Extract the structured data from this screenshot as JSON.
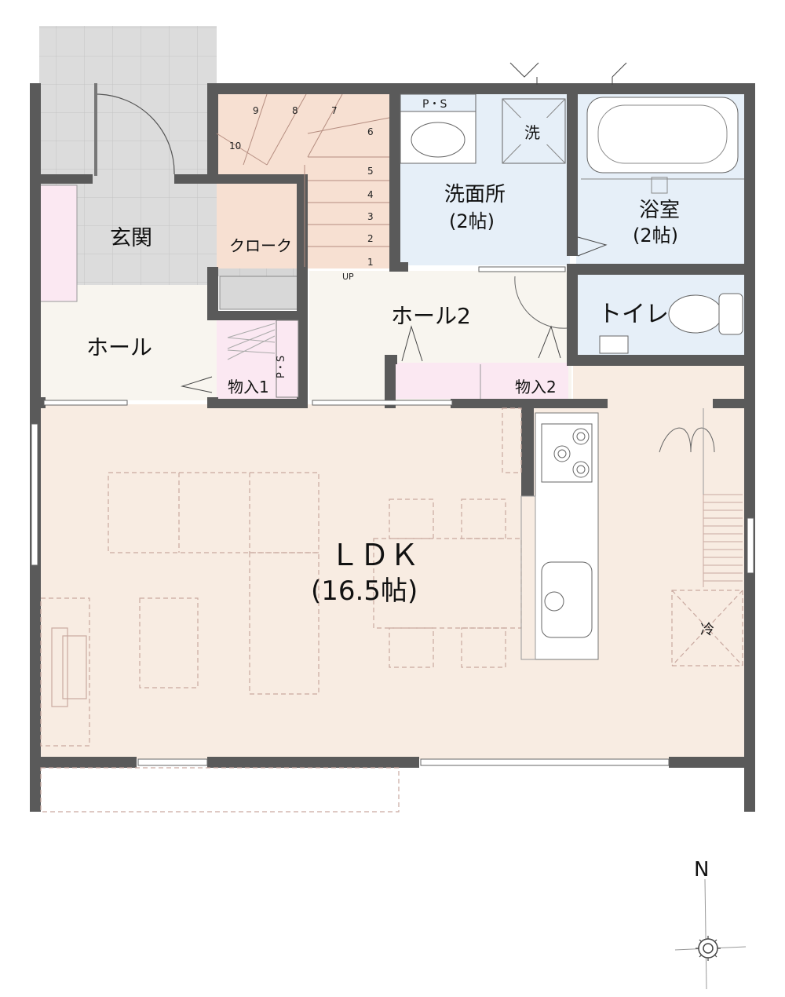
{
  "rooms": {
    "genkan": "玄関",
    "cloak": "クローク",
    "hall": "ホール",
    "hall2": "ホール2",
    "storage1": "物入1",
    "storage2": "物入2",
    "ps_top": "P・S",
    "ps_side": "P・S",
    "washroom": "洗面所",
    "washroom_size": "(2帖)",
    "washer": "洗",
    "bath": "浴室",
    "bath_size": "(2帖)",
    "toilet": "トイレ",
    "ldk": "ＬＤＫ",
    "ldk_size": "(16.5帖)",
    "fridge": "冷"
  },
  "stairs": {
    "steps": [
      "1",
      "2",
      "3",
      "4",
      "5",
      "6",
      "7",
      "8",
      "9",
      "10"
    ],
    "up_label": "UP"
  },
  "compass": {
    "north_label": "N"
  },
  "colors": {
    "wall": "#5a5a5a",
    "entrance_tile": "#dcdcdc",
    "stair_floor": "#f7e0d2",
    "wet_area": "#e6eff8",
    "hall_floor": "#f8f5ef",
    "ldk_floor": "#f8ece2",
    "storage": "#fbe8f2"
  }
}
